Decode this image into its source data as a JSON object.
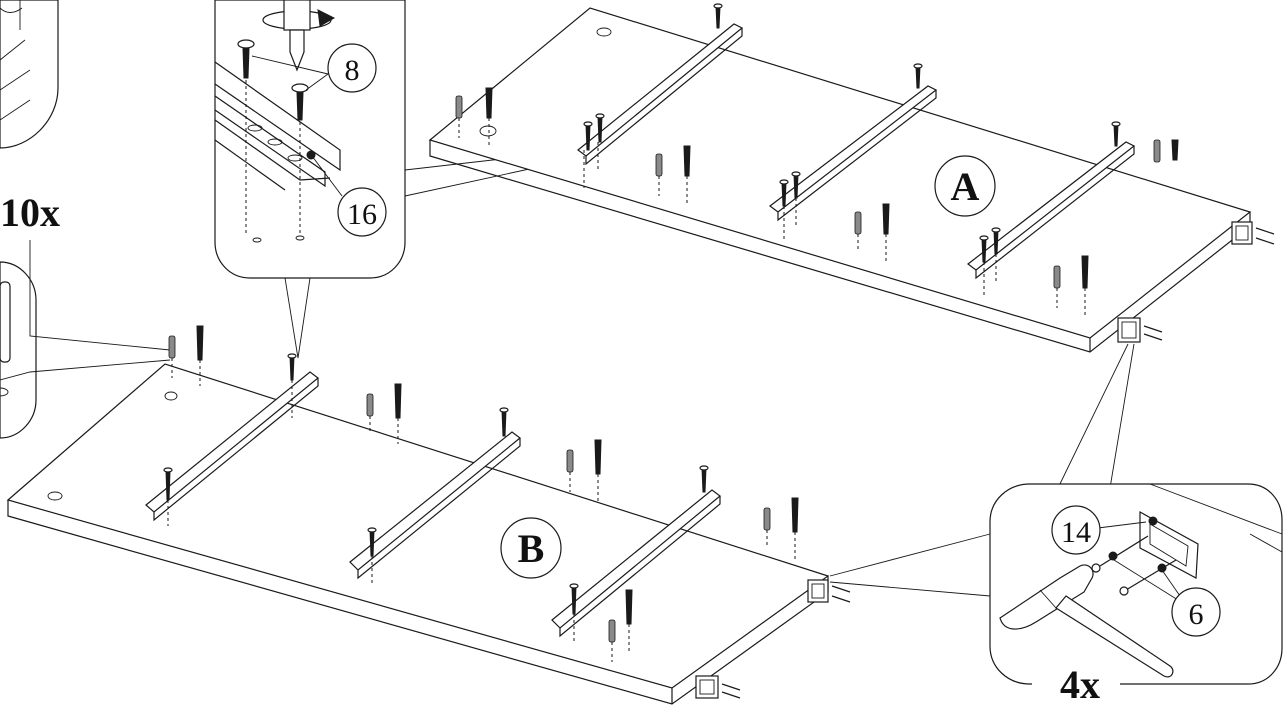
{
  "callouts": {
    "screw_label": "8",
    "rail_screw_label": "16",
    "bracket_label": "14",
    "nail_label": "6"
  },
  "panels": {
    "a_label": "A",
    "b_label": "B"
  },
  "multipliers": {
    "dowel_count": "10x",
    "bracket_count": "4x"
  },
  "icons": [
    "screwdriver-icon",
    "rotate-arrow-icon",
    "hammer-icon",
    "screw-icon",
    "dowel-icon",
    "cam-bolt-icon",
    "drawer-rail-icon",
    "bracket-icon",
    "nail-icon"
  ],
  "colors": {
    "line": "#1a1a1a",
    "background": "#ffffff",
    "dowel_grey": "#8a8a8a"
  }
}
